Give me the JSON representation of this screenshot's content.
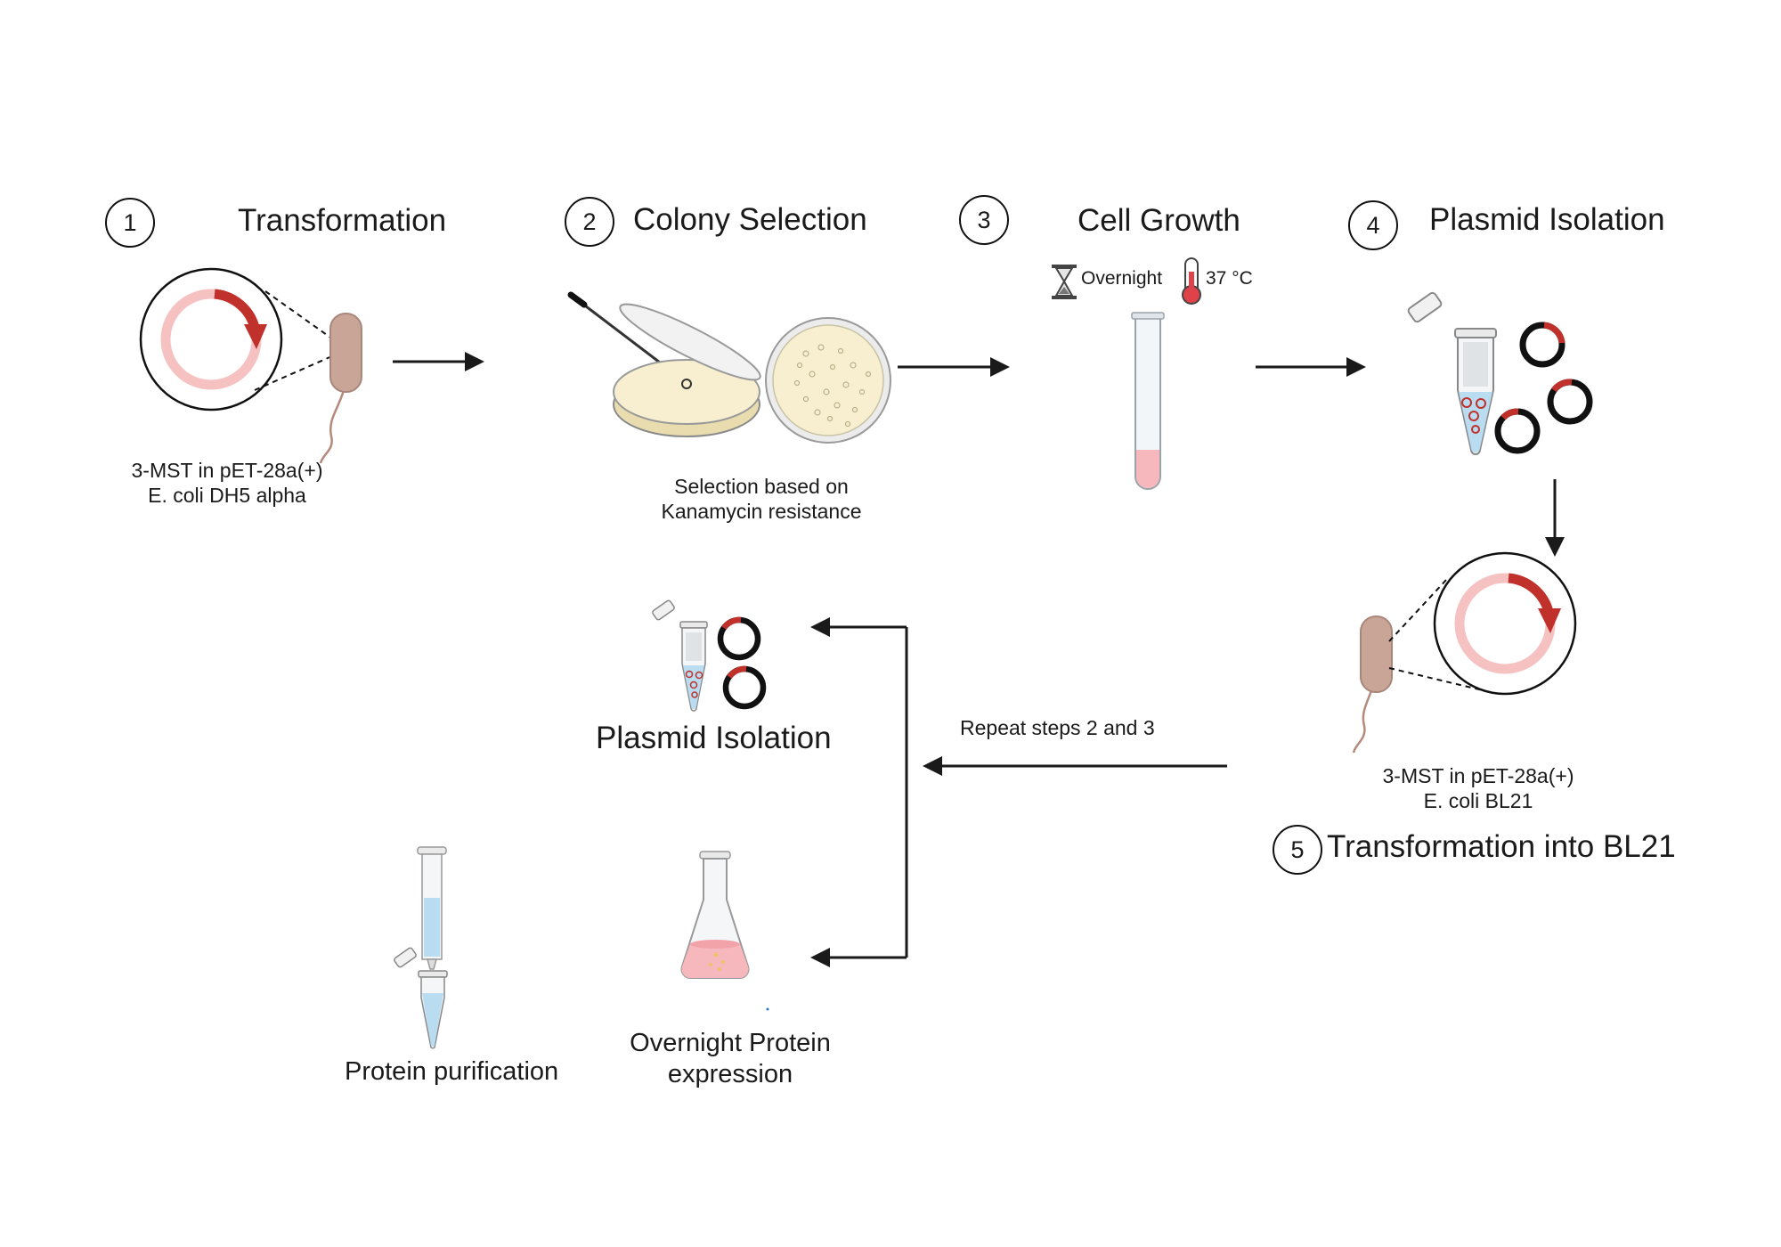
{
  "steps": [
    {
      "number": "1",
      "title": "Transformation"
    },
    {
      "number": "2",
      "title": "Colony Selection"
    },
    {
      "number": "3",
      "title": "Cell Growth"
    },
    {
      "number": "4",
      "title": "Plasmid Isolation"
    },
    {
      "number": "5",
      "title": "Transformation into BL21"
    }
  ],
  "step1": {
    "caption_line1": "3-MST in pET-28a(+)",
    "caption_line2": "E. coli DH5 alpha"
  },
  "step2": {
    "caption_line1": "Selection based on",
    "caption_line2": "Kanamycin resistance"
  },
  "step3": {
    "time_label": "Overnight",
    "temp_label": "37 °C"
  },
  "step5": {
    "caption_line1": "3-MST in pET-28a(+)",
    "caption_line2": "E. coli BL21",
    "repeat_label": "Repeat steps 2 and 3"
  },
  "later": {
    "plasmid_isolation": "Plasmid Isolation",
    "expression_line1": "Overnight Protein",
    "expression_line2": "expression",
    "purification": "Protein purification"
  },
  "colors": {
    "plasmid_light": "#f6c1c1",
    "plasmid_dark": "#c0312b",
    "bacterium": "#c9a598",
    "agar": "#f7efcf",
    "liquid_pink": "#f7b8bd",
    "liquid_blue": "#b9dcf0",
    "arrow": "#1a1a1a"
  }
}
